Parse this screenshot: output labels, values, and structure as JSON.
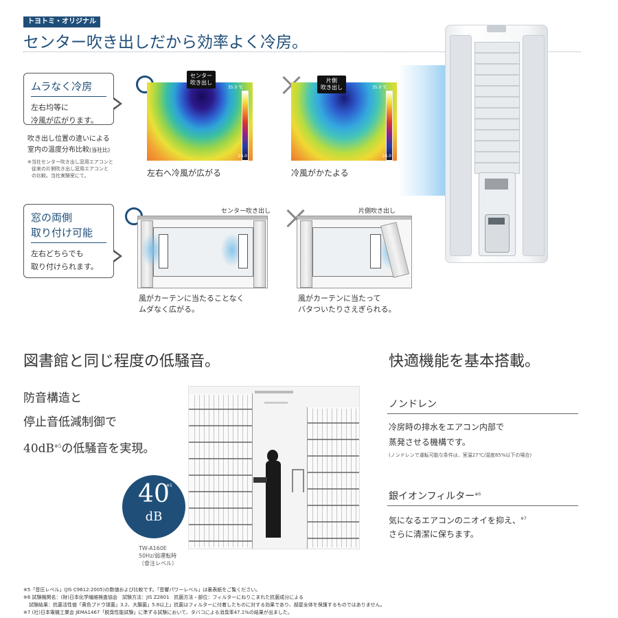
{
  "header": {
    "brand_tag": "トヨトミ・オリジナル",
    "title": "センター吹き出しだから効率よく冷房。"
  },
  "section_cooling": {
    "callout_title": "ムラなく冷房",
    "callout_body_1": "左右均等に",
    "callout_body_2": "冷風が広がります。",
    "compare_line_1": "吹き出し位置の違いによる",
    "compare_line_2": "室内の温度分布比較",
    "compare_suffix": "(当社比)",
    "note_1": "※当社センター吹き出し窓用エアコンと",
    "note_2": "従来の片側吹き出し窓用エアコンと",
    "note_3": "の比較。当社実験室にて。",
    "good_tag_1": "センター",
    "good_tag_2": "吹き出し",
    "good_caption": "左右へ冷風が広がる",
    "bad_tag_1": "片側",
    "bad_tag_2": "吹き出し",
    "bad_caption": "冷風がかたよる",
    "scale_top": "35.0 ℃",
    "scale_bottom": "24.0"
  },
  "section_window": {
    "callout_title_1": "窓の両側",
    "callout_title_2": "取り付け可能",
    "callout_body_1": "左右どちらでも",
    "callout_body_2": "取り付けられます。",
    "good_label": "センター吹き出し",
    "good_caption_1": "風がカーテンに当たることなく",
    "good_caption_2": "ムダなく広がる。",
    "bad_label": "片側吹き出し",
    "bad_caption_1": "風がカーテンに当たって",
    "bad_caption_2": "バタついたりさえぎられる。"
  },
  "section_noise": {
    "heading": "図書館と同じ程度の低騒音。",
    "line_1": "防音構造と",
    "line_2": "停止音低減制御で",
    "line_3_value": "40dB",
    "line_3_note": "※5",
    "line_3_rest": "の低騒音を実現。",
    "badge_value": "40",
    "badge_note": "※5",
    "badge_unit": "dB",
    "model": "TW-A160E",
    "condition": "50Hz/弱運転時",
    "level": "〔會注レベル〕"
  },
  "section_features": {
    "heading": "快適機能を基本搭載。",
    "f1_title": "ノンドレン",
    "f1_body_1": "冷房時の排水をエアコン内部で",
    "f1_body_2": "蒸発させる機構です。",
    "f1_note": "(ノンドレンで運転可能な条件は、室温27℃/湿度85%以下の場合)",
    "f2_title": "銀イオンフィルター",
    "f2_title_note": "※6",
    "f2_body_1": "気になるエアコンのニオイを抑え、",
    "f2_body_1_note": "※7",
    "f2_body_2": "さらに清潔に保ちます。"
  },
  "footnotes": {
    "n5": "※5「音圧レベル」(JIS C9612:2005)の数値および比較です。「音響パワーレベル」は裏表紙をご覧ください。",
    "n6": "※6 試験機関名：(財)日本化学繊維検査協会　試験方法：JIS Z2801　抗菌方法・部位：フィルターにねりこまれた抗菌成分による",
    "n6b": "試験結果：抗菌活性値「黄色ブドウ球菌」3.2、大腸菌」5.8以上」抗菌はフィルターに付着したものに対する効果であり、部屋全体を保護するものではありません。",
    "n7": "※7 (社)日本電機工業会 JEMA1467「脱臭性能試験」に準ずる試験において、タバコによる消臭率47.1%の結果が出ました。"
  },
  "colors": {
    "accent": "#1f4e79"
  }
}
